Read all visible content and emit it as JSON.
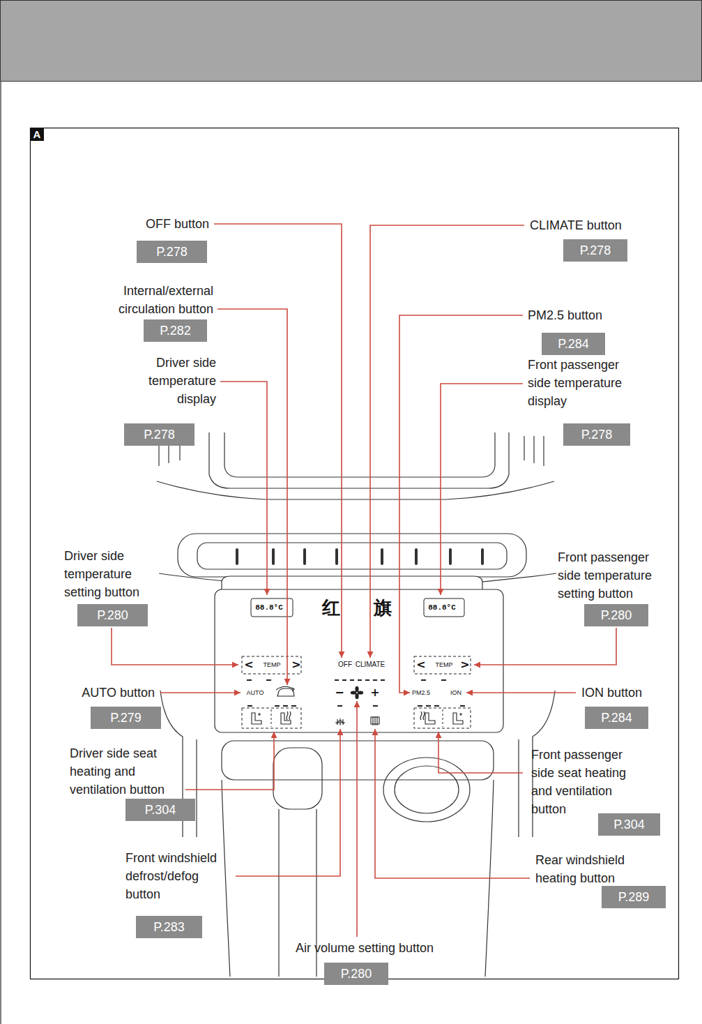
{
  "diagram": {
    "nodes": [
      {
        "text": [
          "OFF button",
          "P.278"
        ]
      },
      {
        "text": [
          "CLIMATE button",
          "P.278"
        ]
      },
      {
        "text": [
          "Internal/external circulation button",
          "P.282"
        ]
      },
      {
        "text": [
          "PM2.5 button",
          "P.284"
        ]
      },
      {
        "text": [
          "Driver side temperature display",
          "P.278"
        ]
      },
      {
        "text": [
          "Front passenger side temperature display",
          "P.278"
        ]
      },
      {
        "text": [
          "Driver side temperature setting button",
          "P.280"
        ]
      },
      {
        "text": [
          "Front passenger side temperature setting button",
          "P.280"
        ]
      },
      {
        "text": [
          "AUTO button",
          "P.279"
        ]
      },
      {
        "text": [
          "ION button",
          "P.284"
        ]
      },
      {
        "text": [
          "Driver side seat heating and ventilation button",
          "P.304"
        ]
      },
      {
        "text": [
          "Front passenger side seat heating and ventilation button",
          "P.304"
        ]
      },
      {
        "text": [
          "Front windshield defrost/defog button",
          "P.283"
        ]
      },
      {
        "text": [
          "Rear windshield heating button",
          "P.289"
        ]
      },
      {
        "text": [
          "Air volume setting button",
          "P.280"
        ]
      }
    ],
    "labels": [
      "A",
      "88.8°C",
      "红旗",
      "88.8°C",
      "<",
      "TEMP",
      ">",
      "OFF",
      "CLIMATE",
      "<",
      "TEMP",
      ">",
      "AUTO",
      "−",
      "+",
      "PM2.5",
      "ION"
    ]
  }
}
